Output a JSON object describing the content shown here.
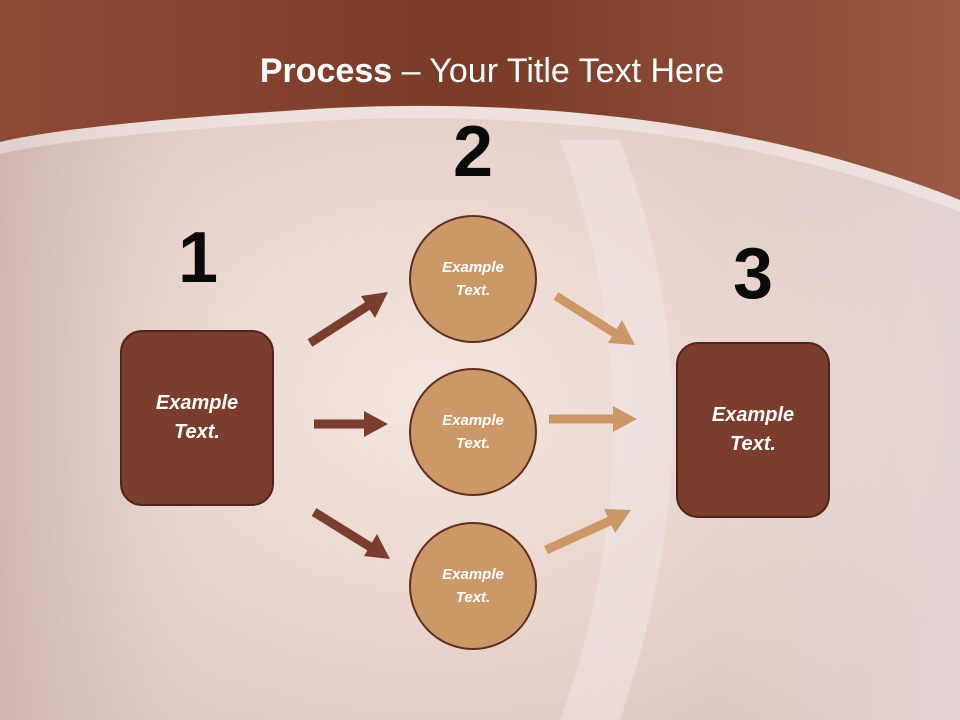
{
  "slide": {
    "title_bold": "Process",
    "title_rest": " – Your Title Text Here",
    "colors": {
      "header_band": "#8b4532",
      "box_fill": "#7b3d2d",
      "circle_fill": "#cd9867",
      "arrow_dark": "#7b3d2d",
      "arrow_light": "#cd9867"
    }
  },
  "steps": {
    "one": {
      "number": "1",
      "label": "Example Text."
    },
    "two": {
      "number": "2",
      "items": [
        {
          "label": "Example Text."
        },
        {
          "label": "Example Text."
        },
        {
          "label": "Example Text."
        }
      ]
    },
    "three": {
      "number": "3",
      "label": "Example Text."
    }
  }
}
